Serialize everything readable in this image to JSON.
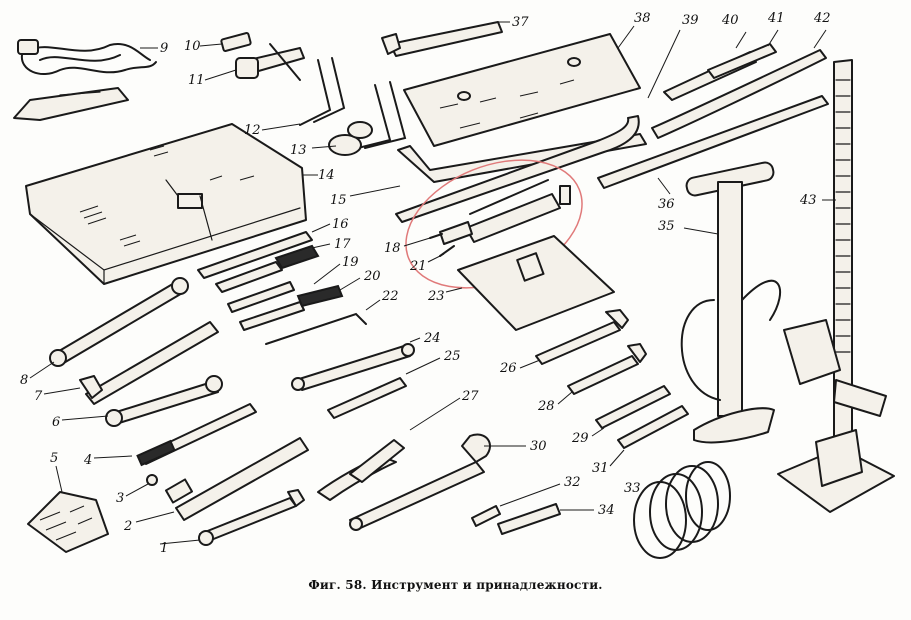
{
  "caption": "Фиг. 58. Инструмент и принадлежности.",
  "callouts": [
    "1",
    "2",
    "3",
    "4",
    "5",
    "6",
    "7",
    "8",
    "9",
    "10",
    "11",
    "12",
    "13",
    "14",
    "15",
    "16",
    "17",
    "18",
    "19",
    "20",
    "21",
    "22",
    "23",
    "24",
    "25",
    "26",
    "27",
    "28",
    "29",
    "30",
    "31",
    "32",
    "33",
    "34",
    "35",
    "36",
    "37",
    "38",
    "39",
    "40",
    "41",
    "42",
    "43"
  ],
  "colors": {
    "ink": "#1a1a1a",
    "paper": "#fdfdfb",
    "highlight_circle": "#e07a7a"
  }
}
